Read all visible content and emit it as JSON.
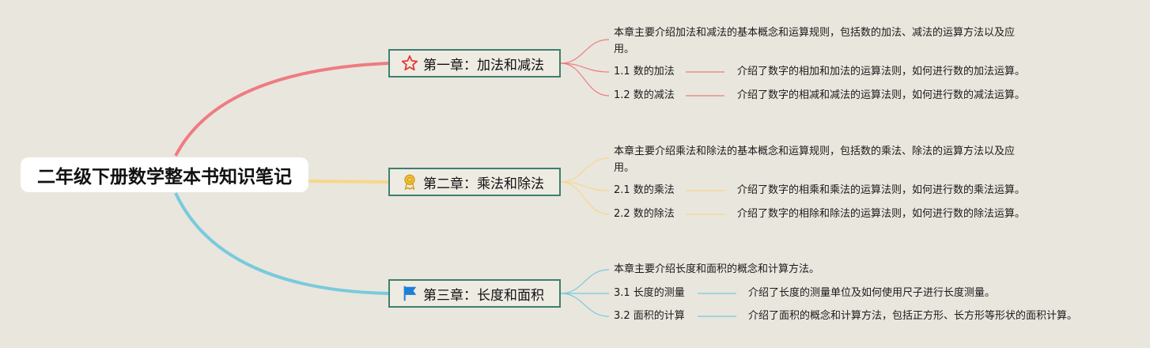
{
  "root": {
    "title": "二年级下册数学整本书知识笔记"
  },
  "colors": {
    "ch1": "#ee7c82",
    "ch2": "#f7d78a",
    "ch3": "#79cadd",
    "border": "#3e7f6e"
  },
  "chapters": [
    {
      "title": "第一章：加法和减法",
      "icon": "star-icon",
      "summary": "本章主要介绍加法和减法的基本概念和运算规则，包括数的加法、减法的运算方法以及应用。",
      "sections": [
        {
          "label": "1.1 数的加法",
          "desc": "介绍了数字的相加和加法的运算法则，如何进行数的加法运算。"
        },
        {
          "label": "1.2 数的减法",
          "desc": "介绍了数字的相减和减法的运算法则，如何进行数的减法运算。"
        }
      ]
    },
    {
      "title": "第二章：乘法和除法",
      "icon": "medal-icon",
      "summary": "本章主要介绍乘法和除法的基本概念和运算规则，包括数的乘法、除法的运算方法以及应用。",
      "sections": [
        {
          "label": "2.1 数的乘法",
          "desc": "介绍了数字的相乘和乘法的运算法则，如何进行数的乘法运算。"
        },
        {
          "label": "2.2 数的除法",
          "desc": "介绍了数字的相除和除法的运算法则，如何进行数的除法运算。"
        }
      ]
    },
    {
      "title": "第三章：长度和面积",
      "icon": "flag-icon",
      "summary": "本章主要介绍长度和面积的概念和计算方法。",
      "sections": [
        {
          "label": "3.1 长度的测量",
          "desc": "介绍了长度的测量单位及如何使用尺子进行长度测量。"
        },
        {
          "label": "3.2 面积的计算",
          "desc": "介绍了面积的概念和计算方法，包括正方形、长方形等形状的面积计算。"
        }
      ]
    }
  ]
}
